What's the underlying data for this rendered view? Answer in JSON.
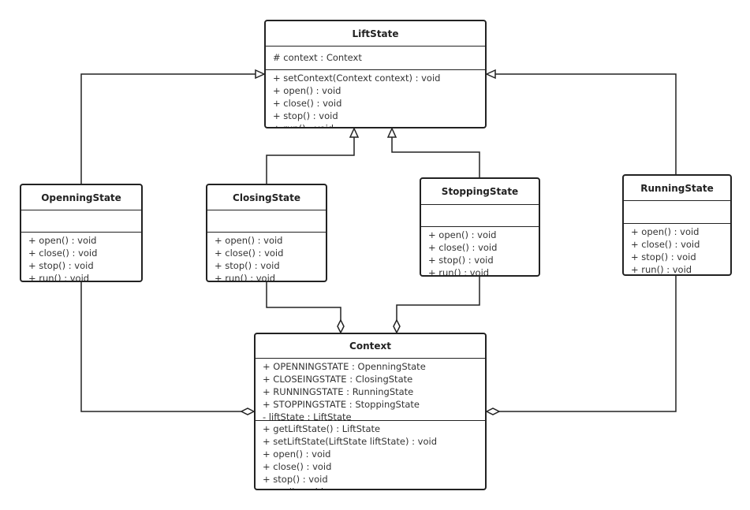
{
  "classes": [
    {
      "id": "liftstate",
      "name": "LiftState",
      "attributes": [
        "# context : Context"
      ],
      "methods": [
        "+ setContext(Context context) : void",
        "+ open() : void",
        "+ close() : void",
        "+ stop() : void",
        "+ run() : void"
      ]
    },
    {
      "id": "openningstate",
      "name": "OpenningState",
      "attributes": [],
      "methods": [
        "+ open() : void",
        "+ close() : void",
        "+ stop() : void",
        "+ run() : void"
      ]
    },
    {
      "id": "closingstate",
      "name": "ClosingState",
      "attributes": [],
      "methods": [
        "+ open() : void",
        "+ close() : void",
        "+ stop() : void",
        "+ run() : void"
      ]
    },
    {
      "id": "stoppingstate",
      "name": "StoppingState",
      "attributes": [],
      "methods": [
        "+ open() : void",
        "+ close() : void",
        "+ stop() : void",
        "+ run() : void"
      ]
    },
    {
      "id": "runningstate",
      "name": "RunningState",
      "attributes": [],
      "methods": [
        "+ open() : void",
        "+ close() : void",
        "+ stop() : void",
        "+ run() : void"
      ]
    },
    {
      "id": "context",
      "name": "Context",
      "attributes": [
        "+ OPENNINGSTATE : OpenningState",
        "+ CLOSEINGSTATE : ClosingState",
        "+ RUNNINGSTATE : RunningState",
        "+ STOPPINGSTATE : StoppingState",
        "- liftState : LiftState"
      ],
      "methods": [
        "+ getLiftState() : LiftState",
        "+ setLiftState(LiftState liftState) : void",
        "+ open() : void",
        "+ close() : void",
        "+ stop() : void",
        "+ run() : void"
      ]
    }
  ],
  "relations": [
    {
      "type": "generalization",
      "from": "OpenningState",
      "to": "LiftState"
    },
    {
      "type": "generalization",
      "from": "ClosingState",
      "to": "LiftState"
    },
    {
      "type": "generalization",
      "from": "StoppingState",
      "to": "LiftState"
    },
    {
      "type": "generalization",
      "from": "RunningState",
      "to": "LiftState"
    },
    {
      "type": "aggregation",
      "from": "OpenningState",
      "to": "Context"
    },
    {
      "type": "aggregation",
      "from": "ClosingState",
      "to": "Context"
    },
    {
      "type": "aggregation",
      "from": "StoppingState",
      "to": "Context"
    },
    {
      "type": "aggregation",
      "from": "RunningState",
      "to": "Context"
    }
  ]
}
